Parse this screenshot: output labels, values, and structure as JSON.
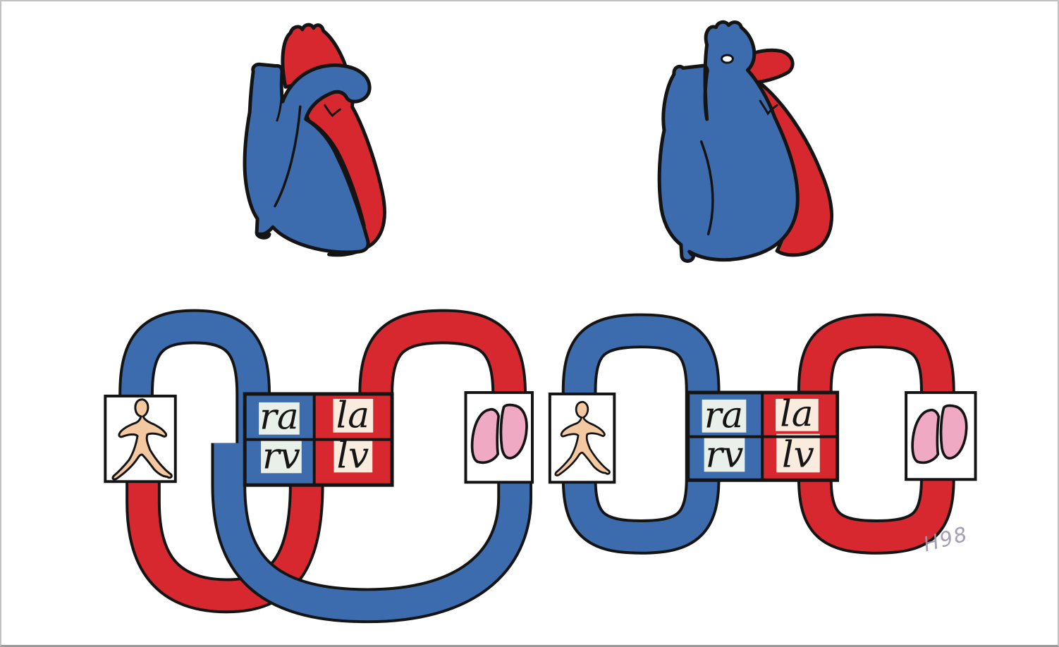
{
  "palette": {
    "oxygen_rich_red": "#d7282f",
    "oxygen_poor_blue": "#3c6cad",
    "outline_black": "#141414",
    "skin_tone": "#f4c9a1",
    "lung_pink": "#f0a9c2",
    "chamber_patch_blue_side": "#e9f0e9",
    "chamber_patch_red_side": "#f9ecdf",
    "paper_white": "#ffffff",
    "frame_gray": "#c2c2c2",
    "signature_gray": "#9c94ad"
  },
  "hearts": {
    "left": {
      "icon": "normal-heart-icon"
    },
    "right": {
      "icon": "transposed-heart-icon"
    }
  },
  "diagrams": {
    "left": {
      "name": "crossed-circulation-loops",
      "body_icon": "human-figure-icon",
      "lungs_icon": "lungs-icon",
      "chambers": {
        "ra": "ra",
        "la": "la",
        "rv": "rv",
        "lv": "lv"
      }
    },
    "right": {
      "name": "parallel-circulation-loops",
      "body_icon": "human-figure-icon",
      "lungs_icon": "lungs-icon",
      "chambers": {
        "ra": "ra",
        "la": "la",
        "rv": "rv",
        "lv": "lv"
      }
    }
  },
  "signature": "H98"
}
